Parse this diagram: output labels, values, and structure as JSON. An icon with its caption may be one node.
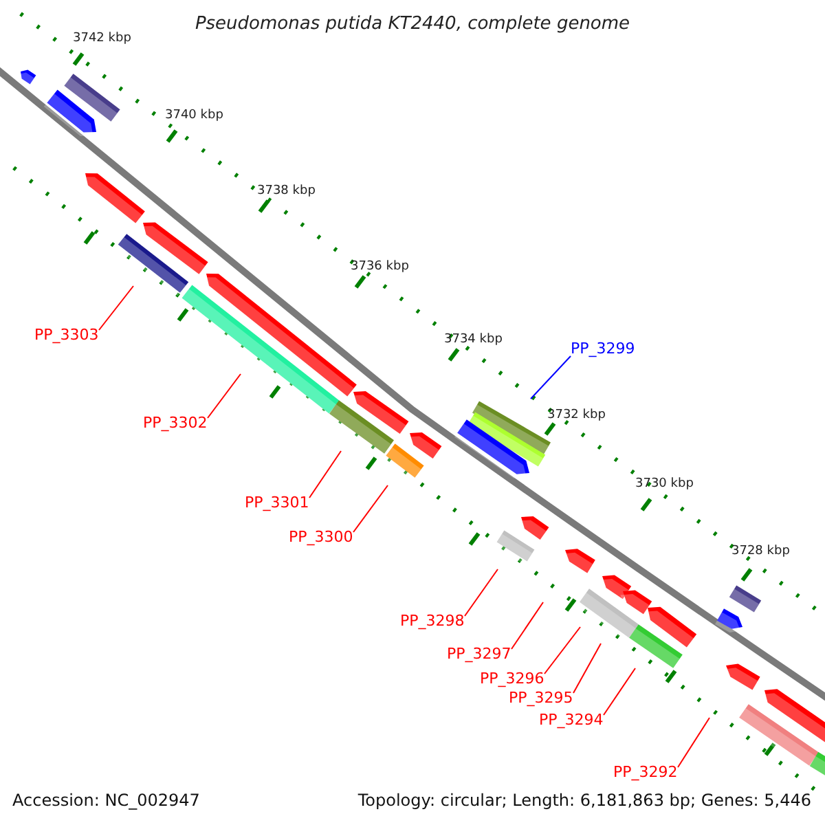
{
  "diagram": {
    "title": "Pseudomonas putida KT2440, complete genome",
    "nodes": [
      {
        "text": [
          "PP_3303"
        ]
      },
      {
        "text": [
          "PP_3299"
        ]
      },
      {
        "text": [
          "PP_3302"
        ]
      },
      {
        "text": [
          "PP_3301"
        ]
      },
      {
        "text": [
          "PP_3300"
        ]
      },
      {
        "text": [
          "PP_3298"
        ]
      },
      {
        "text": [
          "PP_3297"
        ]
      },
      {
        "text": [
          "PP_3296"
        ]
      },
      {
        "text": [
          "PP_3295"
        ]
      },
      {
        "text": [
          "PP_3294"
        ]
      },
      {
        "text": [
          "PP_3292"
        ]
      }
    ],
    "edges": [
      {
        "from": 0,
        "to": null,
        "arrow": "none"
      },
      {
        "from": 1,
        "to": null,
        "arrow": "none",
        "color": "#0000ff"
      },
      {
        "from": 2,
        "to": null,
        "arrow": "none"
      },
      {
        "from": 3,
        "to": null,
        "arrow": "none"
      },
      {
        "from": 4,
        "to": null,
        "arrow": "none"
      },
      {
        "from": 5,
        "to": null,
        "arrow": "none"
      },
      {
        "from": 6,
        "to": null,
        "arrow": "none"
      },
      {
        "from": 7,
        "to": null,
        "arrow": "none"
      },
      {
        "from": 8,
        "to": null,
        "arrow": "none"
      },
      {
        "from": 9,
        "to": null,
        "arrow": "none"
      },
      {
        "from": 10,
        "to": null,
        "arrow": "none"
      }
    ],
    "labels": [
      "3742 kbp",
      "3740 kbp",
      "3738 kbp",
      "3736 kbp",
      "3734 kbp",
      "3732 kbp",
      "3730 kbp",
      "3728 kbp",
      "Accession: NC_002947",
      "Topology: circular; Length: 6,181,863 bp; Genes: 5,446"
    ]
  }
}
